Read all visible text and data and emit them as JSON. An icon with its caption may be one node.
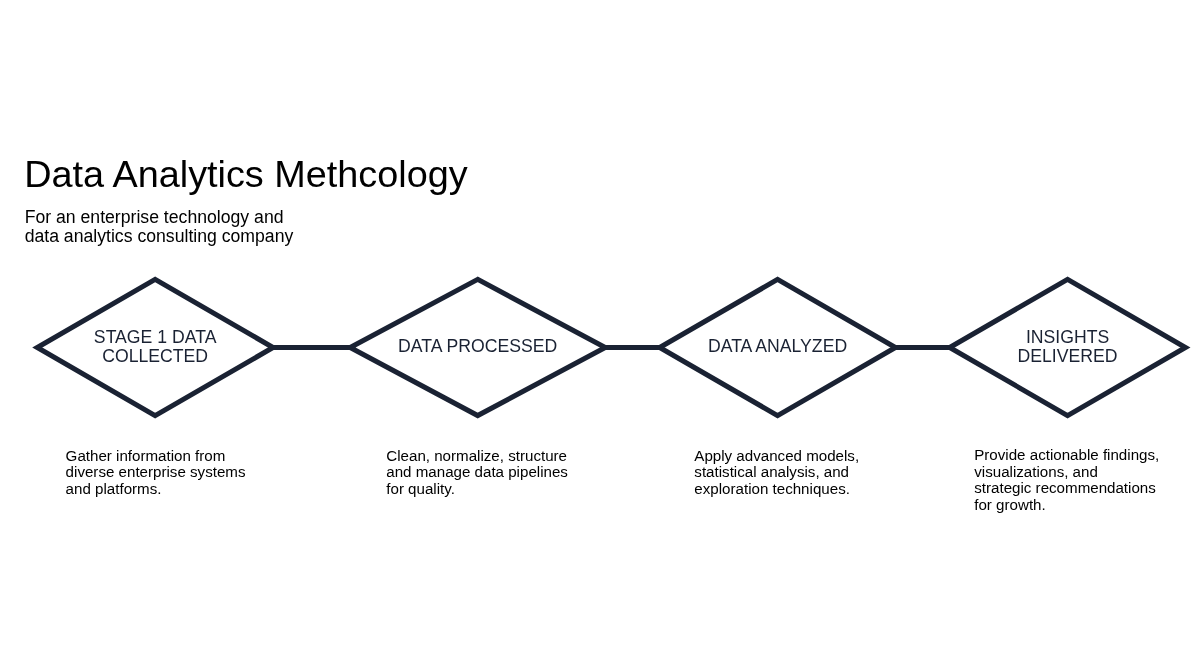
{
  "diagram": {
    "title": "Data Analytics Methcology",
    "nodes": [
      {
        "text": [
          "STAGE 1 DATA COLLECTED"
        ],
        "beside": [
          "Gather information from diverse enterprise systems and platforms."
        ]
      },
      {
        "text": [
          "DATA PROCESSED"
        ],
        "beside": [
          "Clean, normalize, structure and manage data pipelines for quality."
        ]
      },
      {
        "text": [
          "DATA ANALYZED"
        ],
        "beside": [
          "Apply advanced models, statistical analysis, and exploration techniques."
        ]
      },
      {
        "text": [
          "INSIGHTS DELIVERED"
        ],
        "beside": [
          "Provide actionable findings, visualizations, and strategic recommendations for growth."
        ]
      }
    ],
    "edges": [
      {
        "from": 0,
        "to": 1,
        "arrow": "none"
      },
      {
        "from": 1,
        "to": 2,
        "arrow": "none"
      },
      {
        "from": 2,
        "to": 3,
        "arrow": "none"
      }
    ],
    "labels": [
      "For an enterprise technology and data analytics consulting company"
    ]
  }
}
